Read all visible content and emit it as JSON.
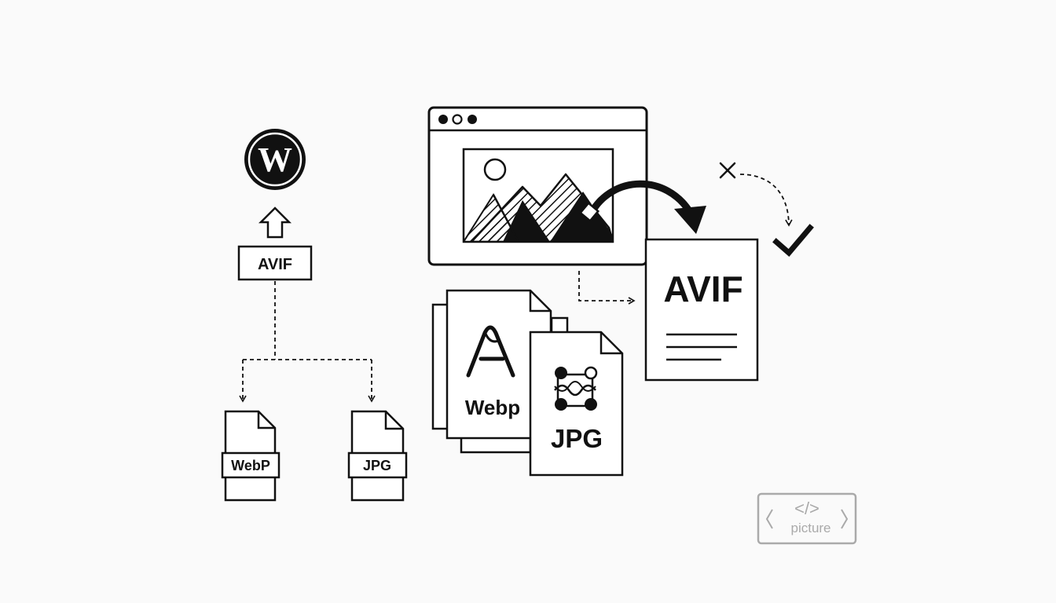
{
  "labels": {
    "left_avif": "AVIF",
    "left_webp": "WebP",
    "left_jpg": "JPG",
    "webp_card": "Webp",
    "jpg_card": "JPG",
    "avif_doc": "AVIF",
    "picture_tag_code": "</>",
    "picture_tag_word": "picture"
  },
  "icons": {
    "wordpress": "wordpress-logo-icon",
    "upload_arrow": "arrow-up-outline-icon",
    "browser": "browser-window-icon",
    "image": "mountain-image-icon",
    "curved_arrow": "curved-arrow-icon",
    "failed": "x-mark-icon",
    "success": "checkmark-icon",
    "avif_logo": "avif-a-logo-icon",
    "jpg_logo": "jpeg-nodes-icon",
    "picture_tag": "picture-tag-icon"
  },
  "colors": {
    "ink": "#111111",
    "background": "#fafafa",
    "faded": "#aaaaaa"
  }
}
